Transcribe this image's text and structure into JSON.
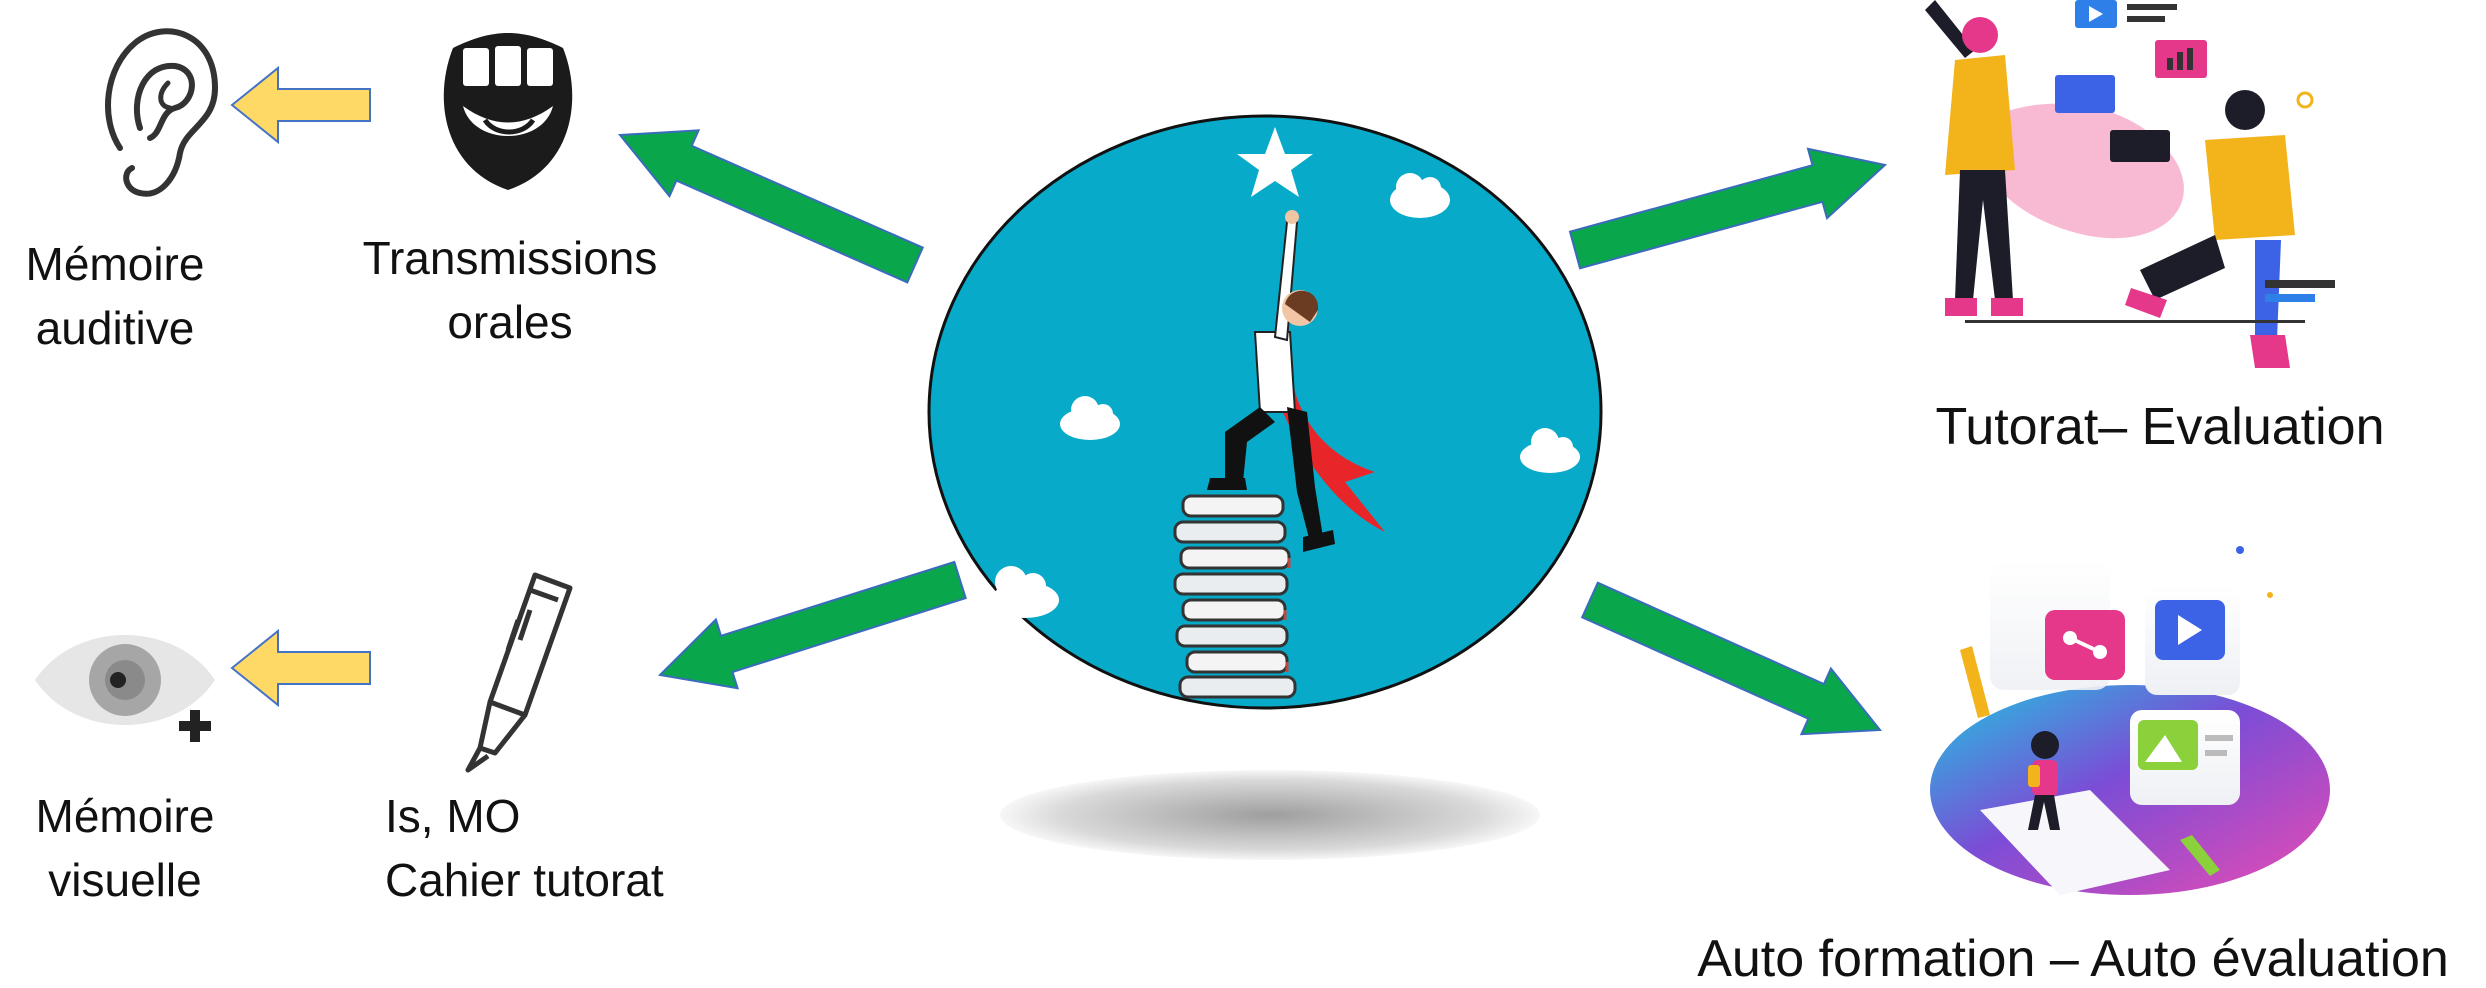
{
  "labels": {
    "memoire_auditive": "Mémoire\nauditive",
    "transmissions_orales": "Transmissions\norales",
    "memoire_visuelle": "Mémoire\nvisuelle",
    "is_mo_cahier": "Is, MO\nCahier tutorat",
    "tutorat_evaluation": "Tutorat– Evaluation",
    "auto_formation": "Auto formation – Auto évaluation"
  },
  "icons": {
    "ear": "ear-icon",
    "mouth": "mouth-icon",
    "eye": "eye-plus-icon",
    "pen": "pen-icon",
    "center": "superhero-books-illustration",
    "tutorat": "tutorat-people-illustration",
    "auto_formation": "auto-formation-illustration"
  },
  "colors": {
    "green_arrow": "#0aa64b",
    "yellow_arrow": "#ffd966",
    "circle_fill": "#08aac9",
    "cape_red": "#e8262a"
  }
}
